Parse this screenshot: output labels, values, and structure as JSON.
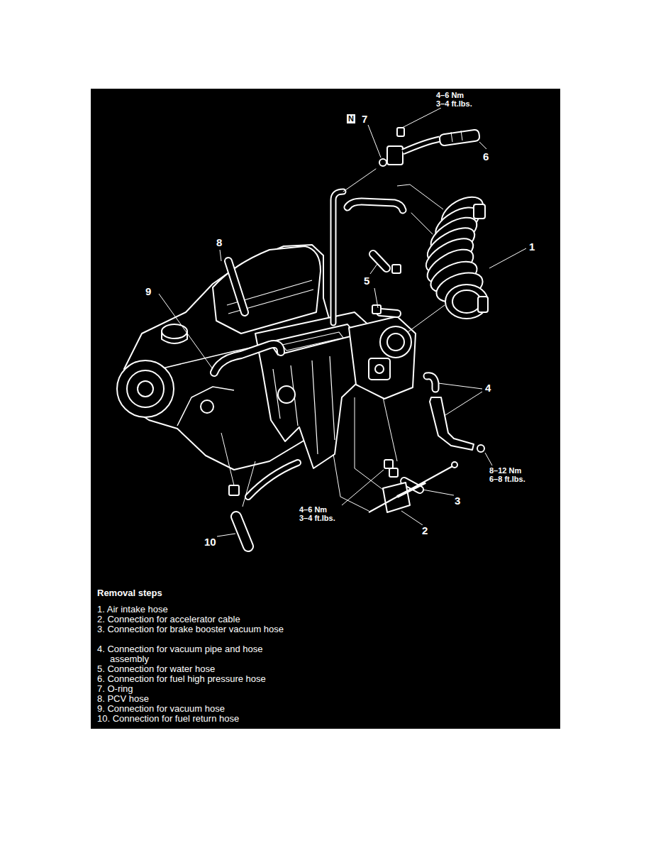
{
  "diagram": {
    "title": "Removal steps",
    "labels": [
      "4–6 Nm",
      "3–4 ft.lbs.",
      "N",
      "7",
      "6",
      "1",
      "8",
      "9",
      "5",
      "4",
      "8–12 Nm",
      "6–8 ft.lbs.",
      "4–6 Nm",
      "3–4 ft.lbs.",
      "3",
      "2",
      "10",
      "1. Air intake hose",
      "2. Connection for accelerator cable",
      "3. Connection for brake booster vacuum hose",
      "4. Connection for vacuum pipe and hose assembly",
      "5. Connection for water hose",
      "6. Connection for fuel high pressure hose",
      "7. O-ring",
      "8. PCV hose",
      "9. Connection for vacuum hose",
      "10. Connection for fuel return hose"
    ]
  }
}
